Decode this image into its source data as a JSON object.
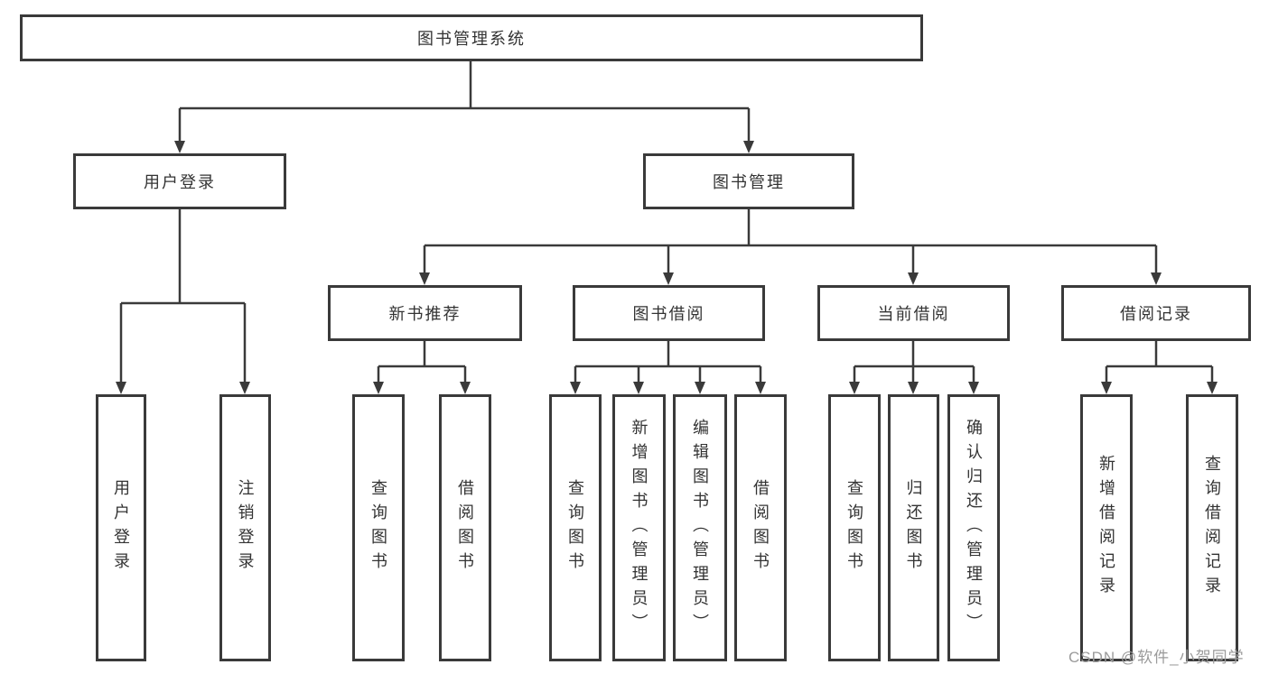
{
  "tree": {
    "root": {
      "label": "图书管理系统"
    },
    "branches": [
      {
        "label": "用户登录",
        "children": [
          {
            "label": "用户登录"
          },
          {
            "label": "注销登录"
          }
        ]
      },
      {
        "label": "图书管理",
        "children": [
          {
            "label": "新书推荐",
            "children": [
              {
                "label": "查询图书"
              },
              {
                "label": "借阅图书"
              }
            ]
          },
          {
            "label": "图书借阅",
            "children": [
              {
                "label": "查询图书"
              },
              {
                "label": "新增图书（管理员）"
              },
              {
                "label": "编辑图书（管理员）"
              },
              {
                "label": "借阅图书"
              }
            ]
          },
          {
            "label": "当前借阅",
            "children": [
              {
                "label": "查询图书"
              },
              {
                "label": "归还图书"
              },
              {
                "label": "确认归还（管理员）"
              }
            ]
          },
          {
            "label": "借阅记录",
            "children": [
              {
                "label": "新增借阅记录"
              },
              {
                "label": "查询借阅记录"
              }
            ]
          }
        ]
      }
    ]
  },
  "watermark": {
    "text": "CSDN @软件_小贺同学"
  },
  "colors": {
    "line": "#3a3a3a",
    "border": "#3a3a3a",
    "text": "#333333",
    "watermark": "#9b9b9b",
    "background": "#ffffff"
  }
}
